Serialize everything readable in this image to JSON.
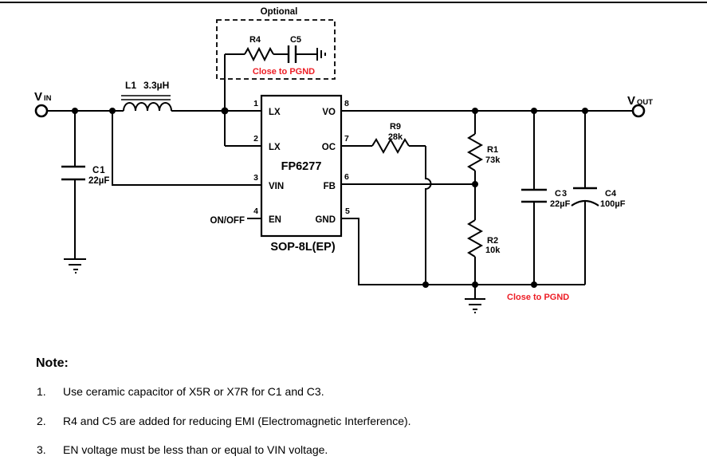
{
  "schematic": {
    "terminals": {
      "vin": {
        "main": "V",
        "sub": "IN"
      },
      "vout": {
        "main": "V",
        "sub": "OUT"
      }
    },
    "components": {
      "l1": {
        "ref": "L1",
        "value": "3.3µH"
      },
      "c1": {
        "ref": "C1",
        "value": "22µF"
      },
      "c3": {
        "ref": "C3",
        "value": "22µF"
      },
      "c4": {
        "ref": "C4",
        "value": "100µF"
      },
      "r1": {
        "ref": "R1",
        "value": "73k"
      },
      "r2": {
        "ref": "R2",
        "value": "10k"
      },
      "r9": {
        "ref": "R9",
        "value": "28k"
      },
      "r4": {
        "ref": "R4"
      },
      "c5": {
        "ref": "C5"
      }
    },
    "ic": {
      "name": "FP6277",
      "package": "SOP-8L(EP)",
      "pins_left": [
        {
          "num": "1",
          "label": "LX"
        },
        {
          "num": "2",
          "label": "LX"
        },
        {
          "num": "3",
          "label": "VIN"
        },
        {
          "num": "4",
          "label": "EN"
        }
      ],
      "pins_right": [
        {
          "num": "8",
          "label": "VO"
        },
        {
          "num": "7",
          "label": "OC"
        },
        {
          "num": "6",
          "label": "FB"
        },
        {
          "num": "5",
          "label": "GND"
        }
      ]
    },
    "annotations": {
      "optional": "Optional",
      "close_to_pgnd": "Close to PGND",
      "on_off": "ON/OFF"
    },
    "colors": {
      "line": "#000000",
      "annotation_red": "#ed1c24"
    }
  },
  "notes": {
    "title": "Note:",
    "items": [
      {
        "num": "1.",
        "text": "Use ceramic capacitor of X5R or X7R for C1 and C3."
      },
      {
        "num": "2.",
        "text": "R4 and C5 are added for reducing EMI (Electromagnetic Interference)."
      },
      {
        "num": "3.",
        "text": "EN voltage must be less than or equal to VIN voltage."
      }
    ]
  }
}
